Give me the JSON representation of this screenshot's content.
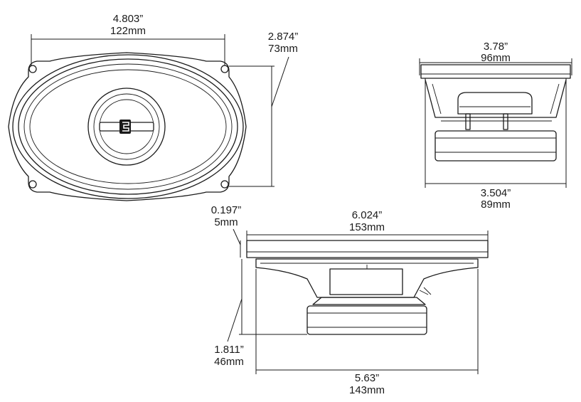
{
  "dims": {
    "front_width": {
      "inch": "4.803”",
      "mm": "122mm"
    },
    "front_height": {
      "inch": "2.874”",
      "mm": "73mm"
    },
    "side_top": {
      "inch": "3.78”",
      "mm": "96mm"
    },
    "side_bottom": {
      "inch": "3.504”",
      "mm": "89mm"
    },
    "flange": {
      "inch": "0.197”",
      "mm": "5mm"
    },
    "bottom_width": {
      "inch": "6.024”",
      "mm": "153mm"
    },
    "depth": {
      "inch": "1.811”",
      "mm": "46mm"
    },
    "basket_width": {
      "inch": "5.63”",
      "mm": "143mm"
    }
  }
}
